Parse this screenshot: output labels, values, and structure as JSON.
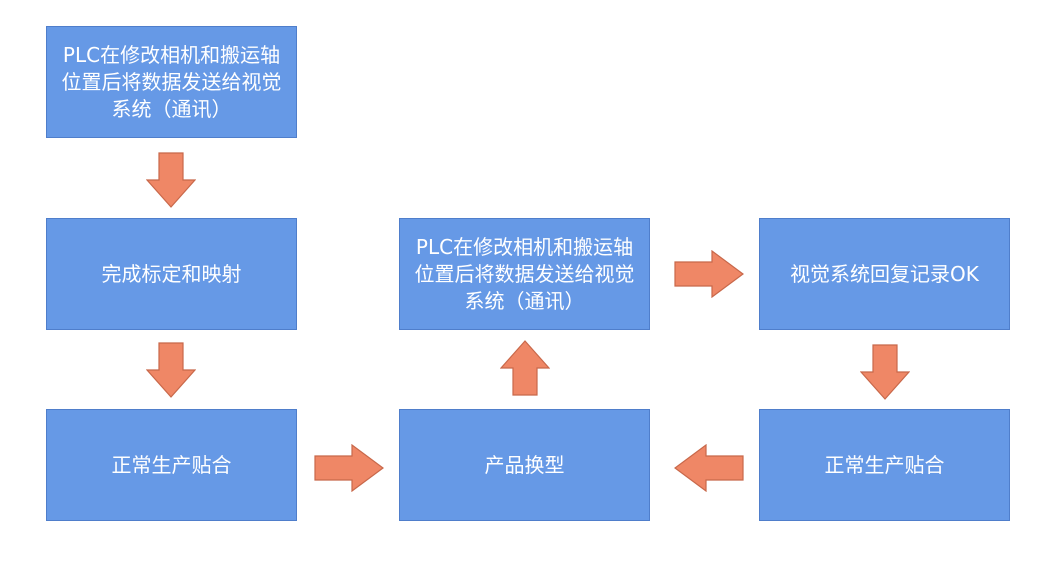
{
  "boxes": {
    "left_top": "PLC在修改相机和搬运轴位置后将数据发送给视觉系统（通讯）",
    "left_middle": "完成标定和映射",
    "left_bottom": "正常生产贴合",
    "center_top": "PLC在修改相机和搬运轴位置后将数据发送给视觉系统（通讯）",
    "center_bottom": "产品换型",
    "right_top": "视觉系统回复记录OK",
    "right_bottom": "正常生产贴合"
  },
  "colors": {
    "box_fill": "#6699e6",
    "box_border": "#4f7ecb",
    "arrow_fill": "#ef8766",
    "text": "#ffffff"
  }
}
